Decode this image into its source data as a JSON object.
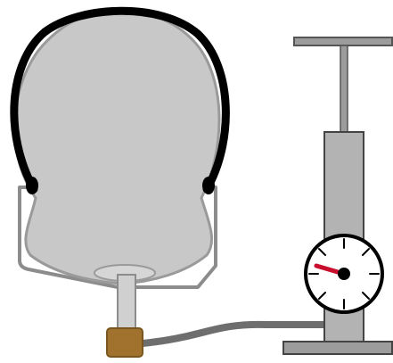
{
  "diagram": {
    "components": [
      "balloon",
      "metal-support-frame",
      "neck-tube",
      "cork-stopper",
      "hose",
      "air-pump",
      "pressure-gauge"
    ],
    "gauge": {
      "needle_color": "#c8102e"
    },
    "colors": {
      "balloon_fill": "#c8c8c8",
      "balloon_outline": "#9a9a9a",
      "cap_band": "#000000",
      "frame": "#8c8c8c",
      "cork": "#a0722e",
      "hose": "#6e6e6e",
      "pump_body": "#b3b3b3",
      "gauge_face": "#ffffff"
    }
  }
}
